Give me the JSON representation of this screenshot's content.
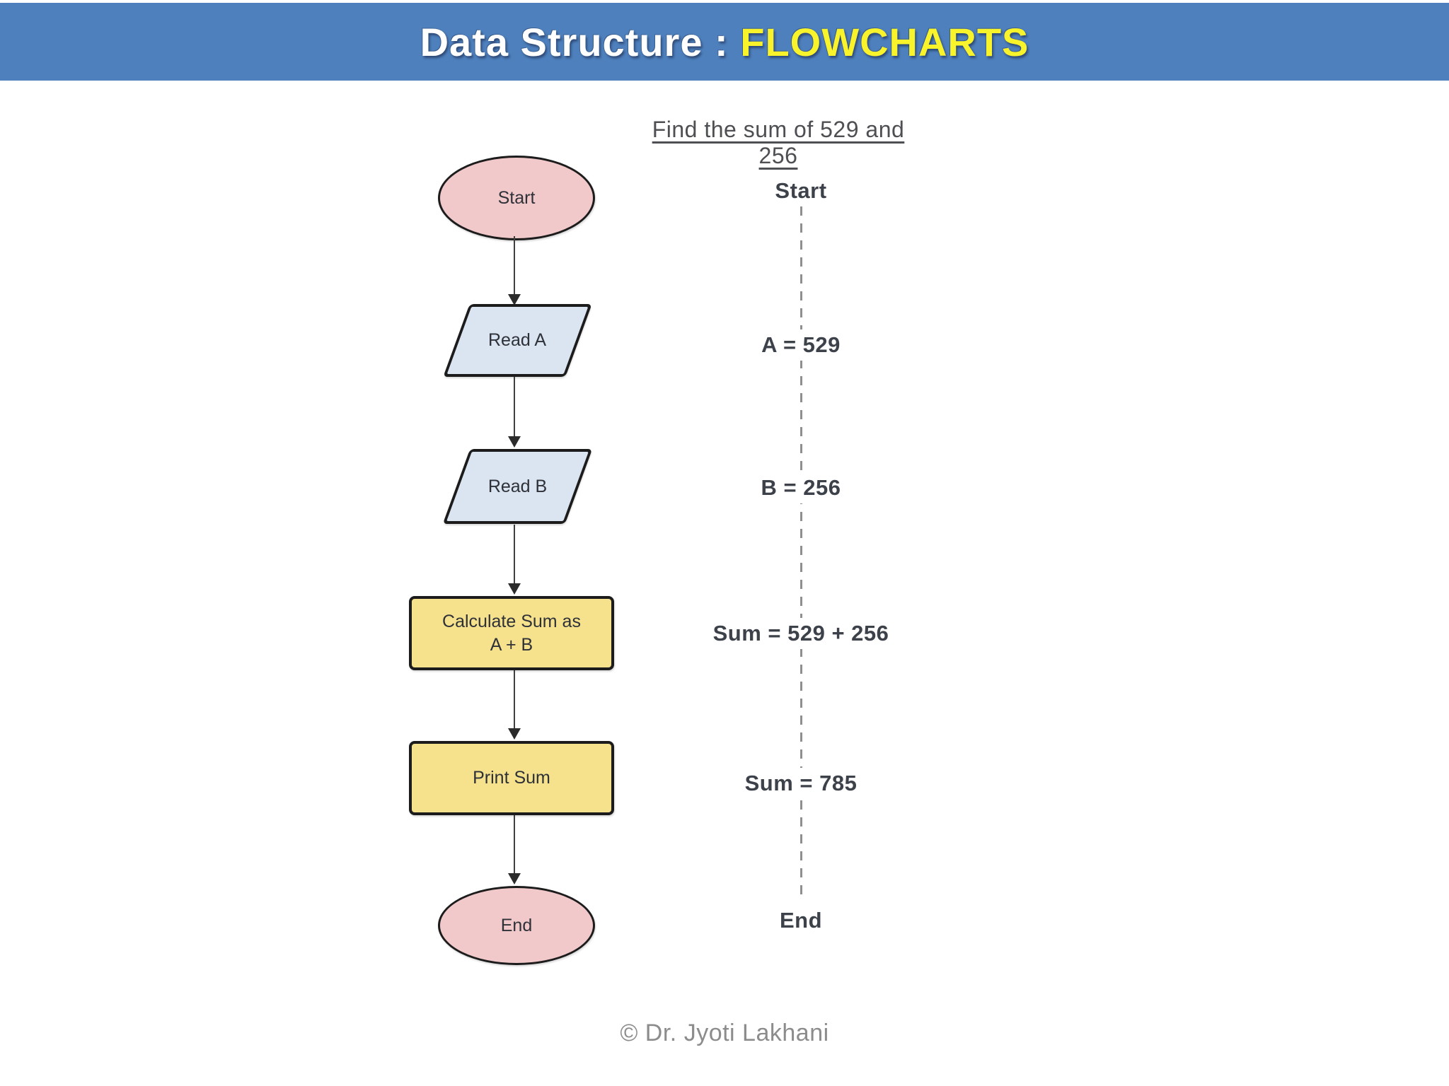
{
  "header": {
    "title_prefix": "Data Structure : ",
    "title_highlight": "FLOWCHARTS",
    "bg_color": "#4e80bd",
    "prefix_color": "#ffffff",
    "highlight_color": "#f8f32b"
  },
  "problem_title": "Find the sum of 529 and 256",
  "flowchart": {
    "colors": {
      "terminator_fill": "#f2c9ca",
      "io_fill": "#dbe4f1",
      "process_fill": "#f6e28c",
      "border": "#1c1c1c",
      "arrow": "#3f3f3f"
    },
    "nodes": [
      {
        "id": "start",
        "type": "ellipse",
        "label": "Start"
      },
      {
        "id": "read-a",
        "type": "parallelogram",
        "label": "Read A"
      },
      {
        "id": "read-b",
        "type": "parallelogram",
        "label": "Read B"
      },
      {
        "id": "calculate-sum",
        "type": "process",
        "label": "Calculate Sum as",
        "label2": "A + B"
      },
      {
        "id": "print-sum",
        "type": "process",
        "label": "Print Sum"
      },
      {
        "id": "end",
        "type": "ellipse",
        "label": "End"
      }
    ]
  },
  "trace": {
    "steps": [
      {
        "label": "Start"
      },
      {
        "label": "A = 529"
      },
      {
        "label": "B = 256"
      },
      {
        "label": "Sum = 529 + 256"
      },
      {
        "label": "Sum = 785"
      },
      {
        "label": "End"
      }
    ]
  },
  "footer": {
    "copyright": "© Dr. Jyoti Lakhani"
  }
}
